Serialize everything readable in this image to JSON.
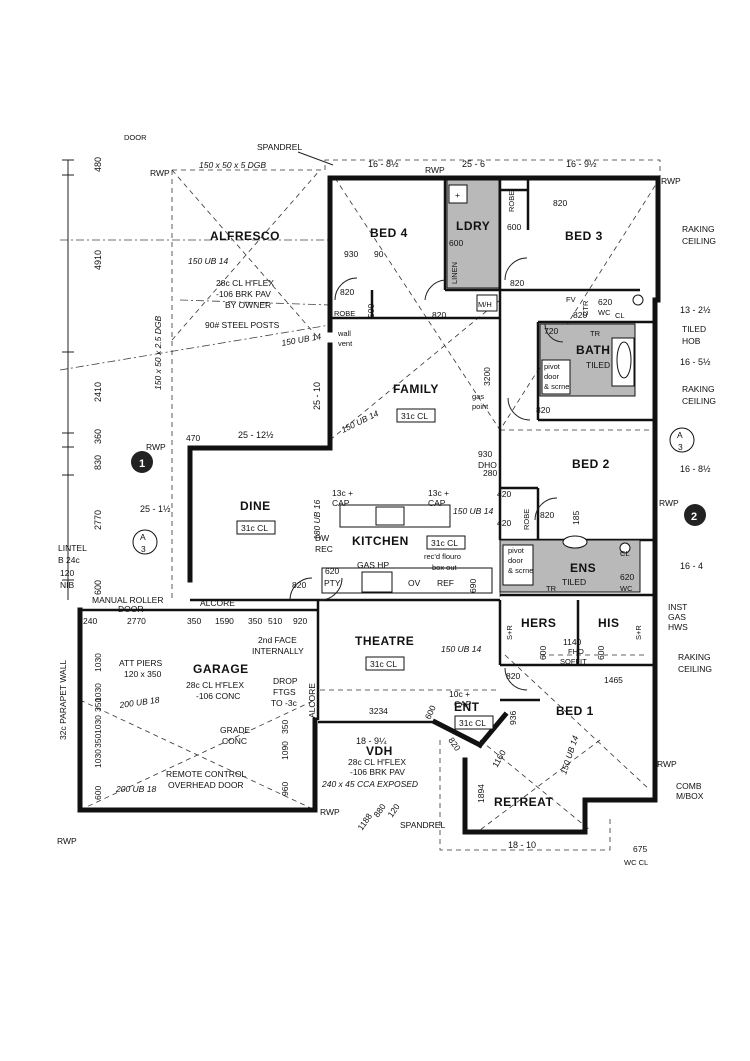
{
  "rooms": {
    "alfresco": "ALFRESCO",
    "bed4": "BED 4",
    "ldry": "LDRY",
    "bed3": "BED 3",
    "family": "FAMILY",
    "bath": "BATH",
    "bath_tiled": "TILED",
    "dine": "DINE",
    "kitchen": "KITCHEN",
    "bed2": "BED 2",
    "ens": "ENS",
    "ens_tiled": "TILED",
    "theatre": "THEATRE",
    "hers": "HERS",
    "his": "HIS",
    "garage": "GARAGE",
    "bed1": "BED 1",
    "ent": "ENT",
    "vdh": "VDH",
    "retreat": "RETREAT"
  },
  "labels": {
    "spandrel_top": "SPANDREL",
    "spandrel_bottom": "SPANDREL",
    "door_top": "DOOR",
    "rwp": "RWP",
    "raking_ceiling": "RAKING",
    "raking_ceiling_2": "CEILING",
    "tiled_hob_1": "TILED",
    "tiled_hob_2": "HOB",
    "inst_gas_1": "INST",
    "inst_gas_2": "GAS",
    "inst_gas_3": "HWS",
    "comb_1": "COMB",
    "comb_2": "M/BOX",
    "alfresco_note_1": "28c CL H'FLEX",
    "alfresco_note_2": "-106 BRK PAV",
    "alfresco_note_3": "BY OWNER",
    "alfresco_posts": "90# STEEL POSTS",
    "wall_vent_1": "wall",
    "wall_vent_2": "vent",
    "gas_point_1": "gas",
    "gas_point_2": "point",
    "dho": "DHO",
    "dw_rec_1": "DW",
    "dw_rec_2": "REC",
    "cap_1": "13c +",
    "cap_2": "CAP",
    "flouro_1": "rec'd flouro",
    "flouro_2": "box out",
    "gas_hp": "GAS HP",
    "pty": "PTY",
    "ov": "OV",
    "ref": "REF",
    "robe": "ROBE",
    "linen": "LINEN",
    "mh": "M/H",
    "fv": "FV",
    "ctr": "CTR",
    "wc": "WC",
    "tr": "TR",
    "pivot_1": "pivot",
    "pivot_2": "door",
    "pivot_3": "& scrne",
    "cl": "CL",
    "fho_1": "FHO",
    "fho_2": "SOFFIT",
    "sr": "S+R",
    "lintel_1": "LINTEL",
    "lintel_2": "B 24c",
    "lintel_3": "120",
    "lintel_4": "NIB",
    "manual_roller_1": "MANUAL ROLLER",
    "manual_roller_2": "DOOR",
    "alcore": "ALCORE",
    "second_face_1": "2nd FACE",
    "second_face_2": "INTERNALLY",
    "att_piers_1": "ATT PIERS",
    "att_piers_2": "120 x 350",
    "garage_note_1": "28c CL H'FLEX",
    "garage_note_2": "-106 CONC",
    "drop_ftgs_1": "DROP",
    "drop_ftgs_2": "FTGS",
    "drop_ftgs_3": "TO -3c",
    "grade_1": "GRADE",
    "grade_2": "CONC",
    "remote_1": "REMOTE CONTROL",
    "remote_2": "OVERHEAD DOOR",
    "parapet": "32c PARAPET WALL",
    "vdh_note_1": "28c CL H'FLEX",
    "vdh_note_2": "-106 BRK PAV",
    "cca": "240 x 45 CCA EXPOSED",
    "cap_ent_1": "10c +",
    "cap_ent_2": "CAP",
    "wc_cl": "WC CL",
    "ceiling_31": "31c CL",
    "ceiling_31b": "31c CL"
  },
  "dimensions": {
    "top_left": "16 - 8½",
    "top_mid": "25 - 6",
    "top_right": "16 - 9½",
    "right_1": "13 - 2½",
    "right_2": "16 - 5½",
    "right_3": "16 - 8½",
    "right_4": "16 - 4",
    "family_w": "25 - 10",
    "dine_top": "25 - 12½",
    "dine_side": "25 - 1½",
    "bottom_vdh": "18 - 9¼",
    "bottom_retreat": "18 - 10",
    "left_480": "480",
    "left_4910": "4910",
    "left_2410": "2410",
    "left_360": "360",
    "left_830": "830",
    "left_2770": "2770",
    "left_600": "600",
    "d820": "820",
    "d930": "930",
    "d90": "90",
    "d600": "600",
    "d500": "500",
    "d620": "620",
    "d720": "720",
    "d3200": "3200",
    "d470": "470",
    "d280": "280",
    "d420": "420",
    "d185": "185",
    "d690": "690",
    "d1140": "1140",
    "d1465": "1465",
    "d3234": "3234",
    "d936": "936",
    "d1160": "1160",
    "d1894": "1894",
    "d1030": "1030",
    "d350": "350",
    "d240": "240",
    "g2770": "2770",
    "g350": "350",
    "g1590": "1590",
    "g510": "510",
    "g920": "920",
    "g1090": "1090",
    "g960": "960",
    "g1188": "1188",
    "g880": "880",
    "g120": "120",
    "g675": "675"
  },
  "beams": {
    "dgb_top": "150 x 50 x 5 DGB",
    "dgb_side": "150 x 50 x 2.5 DGB",
    "ub14_a": "150 UB 14",
    "ub14_b": "150 UB 14",
    "ub14_c": "150 UB 14",
    "ub14_d": "150 UB 14",
    "ub14_e": "150 UB 14",
    "ub14_f": "150 UB 14",
    "ub16": "180 UB 16",
    "ub18_a": "200 UB 18",
    "ub18_b": "200 UB 18"
  },
  "section_markers": {
    "m1": "1",
    "m2": "2",
    "a": "A",
    "a3": "3"
  }
}
